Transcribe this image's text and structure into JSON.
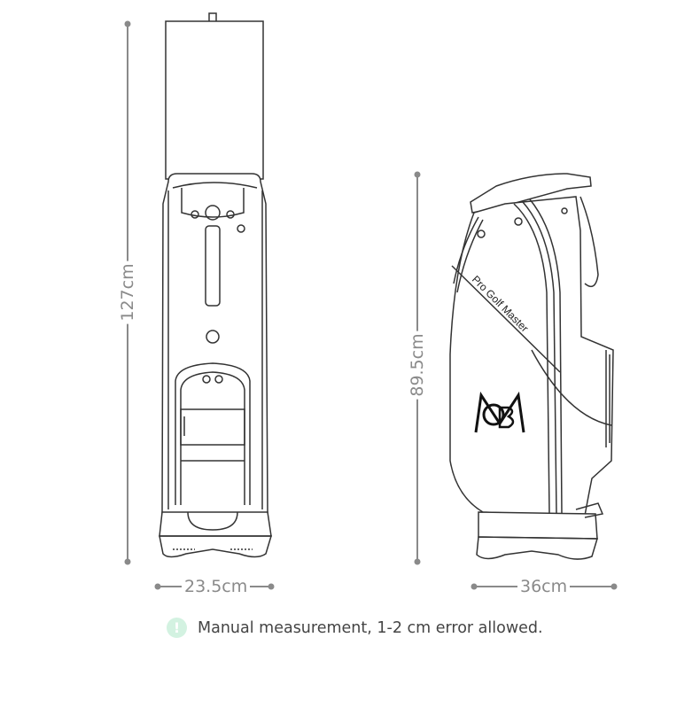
{
  "dimensions": {
    "full_height": "127cm",
    "full_width": "23.5cm",
    "bag_height": "89.5cm",
    "bag_width": "36cm"
  },
  "bag_brand_text": "Pro Golf Master",
  "bag_logo": "MGB",
  "note": {
    "icon": "exclamation-icon",
    "text": "Manual measurement, 1-2 cm error allowed."
  },
  "colors": {
    "dimension": "#8a8a8a",
    "note_icon": "#d3f2e1",
    "outline": "#333333"
  }
}
